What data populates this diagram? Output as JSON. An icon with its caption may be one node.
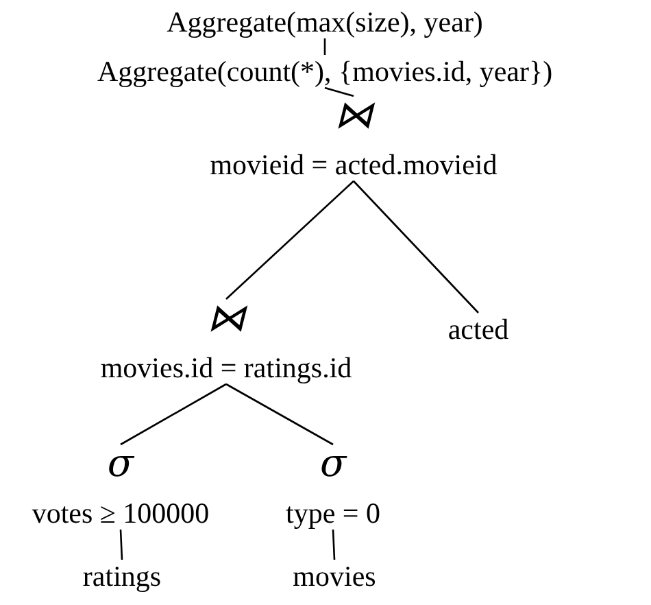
{
  "diagram": {
    "nodes": [
      {
        "text": [
          "Aggregate(max(size), year)"
        ]
      },
      {
        "text": [
          "Aggregate(count(*), {movies.id, year})"
        ]
      },
      {
        "text": [
          "⋈",
          "movieid = acted.movieid"
        ]
      },
      {
        "text": [
          "⋈",
          "movies.id = ratings.id"
        ]
      },
      {
        "text": [
          "acted"
        ]
      },
      {
        "text": [
          "σ",
          "votes ≥ 100000"
        ]
      },
      {
        "text": [
          "σ",
          "type = 0"
        ]
      },
      {
        "text": [
          "ratings"
        ]
      },
      {
        "text": [
          "movies"
        ]
      }
    ],
    "edges": [
      {
        "from": 0,
        "to": 1,
        "arrow": "none"
      },
      {
        "from": 1,
        "to": 2,
        "arrow": "none"
      },
      {
        "from": 2,
        "to": 3,
        "arrow": "none"
      },
      {
        "from": 2,
        "to": 4,
        "arrow": "none"
      },
      {
        "from": 3,
        "to": 5,
        "arrow": "none"
      },
      {
        "from": 3,
        "to": 6,
        "arrow": "none"
      },
      {
        "from": 5,
        "to": 7,
        "arrow": "none"
      },
      {
        "from": 6,
        "to": 8,
        "arrow": "none"
      }
    ]
  }
}
